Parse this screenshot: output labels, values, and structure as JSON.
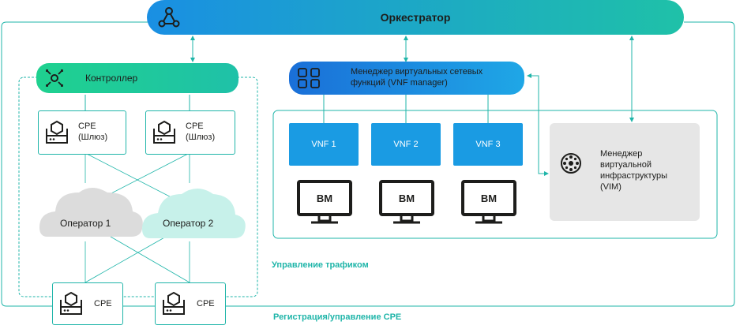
{
  "orchestrator": {
    "title": "Оркестратор",
    "icon": "workflow-icon"
  },
  "controller": {
    "title": "Контроллер",
    "icon": "controller-icon"
  },
  "vnf_manager": {
    "line1": "Менеджер виртуальных сетевых",
    "line2": "функций (VNF manager)",
    "icon": "vnf-manager-icon"
  },
  "vnfs": [
    {
      "label": "VNF 1",
      "bm": "ВМ"
    },
    {
      "label": "VNF 2",
      "bm": "ВМ"
    },
    {
      "label": "VNF 3",
      "bm": "ВМ"
    }
  ],
  "vim": {
    "line1": "Менеджер",
    "line2": "виртуальной",
    "line3": "инфраструктуры",
    "line4": "(VIM)",
    "icon": "vim-icon"
  },
  "gateways": [
    {
      "line1": "CPE",
      "line2": "(Шлюз)"
    },
    {
      "line1": "CPE",
      "line2": "(Шлюз)"
    }
  ],
  "operators": [
    {
      "label": "Оператор 1",
      "color": "#dcdcdc"
    },
    {
      "label": "Оператор 2",
      "color": "#c7f1ea"
    }
  ],
  "edge_cpes": [
    {
      "label": "CPE"
    },
    {
      "label": "CPE"
    }
  ],
  "captions": {
    "traffic": "Управление трафиком",
    "registration": "Регистрация/управление  CPE"
  },
  "colors": {
    "accent_teal": "#1fb5a9",
    "accent_blue": "#1a9be3"
  }
}
